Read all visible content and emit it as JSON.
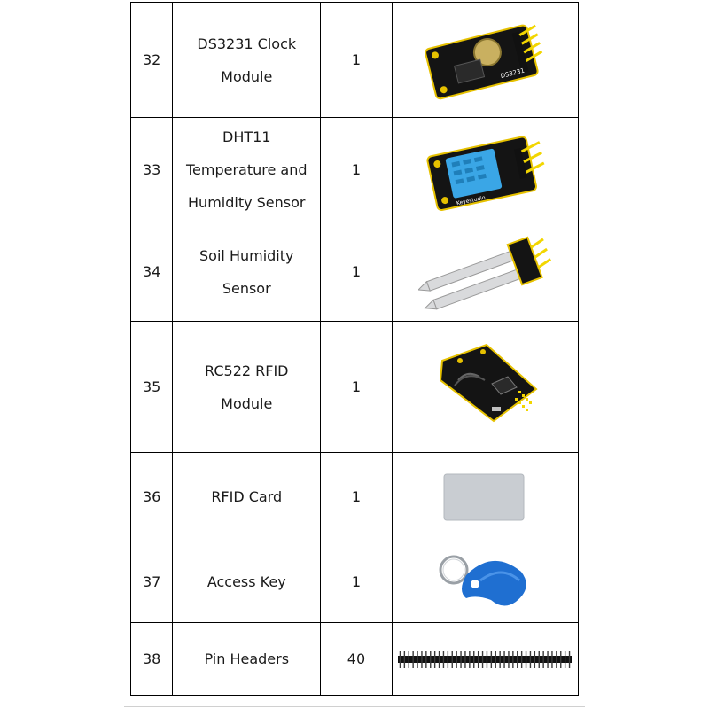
{
  "rows": [
    {
      "no": "32",
      "name": "DS3231 Clock Module",
      "qty": "1",
      "icon": "ds3231-clock-module-icon",
      "silk": "DS3231"
    },
    {
      "no": "33",
      "name": "DHT11 Temperature and Humidity Sensor",
      "qty": "1",
      "icon": "dht11-sensor-icon",
      "silk": "Keyestudio"
    },
    {
      "no": "34",
      "name": "Soil Humidity Sensor",
      "qty": "1",
      "icon": "soil-humidity-sensor-icon"
    },
    {
      "no": "35",
      "name": "RC522 RFID Module",
      "qty": "1",
      "icon": "rc522-rfid-module-icon"
    },
    {
      "no": "36",
      "name": "RFID Card",
      "qty": "1",
      "icon": "rfid-card-icon"
    },
    {
      "no": "37",
      "name": "Access Key",
      "qty": "1",
      "icon": "access-key-fob-icon"
    },
    {
      "no": "38",
      "name": "Pin Headers",
      "qty": "40",
      "icon": "pin-headers-icon"
    }
  ],
  "colors": {
    "pcb": "#141414",
    "pcb_outline": "#e6c100",
    "pin_yellow": "#f2d600",
    "sensor_blue": "#3aa6e6",
    "card_grey": "#c9cdd2",
    "fob_blue": "#1f6fd1"
  }
}
